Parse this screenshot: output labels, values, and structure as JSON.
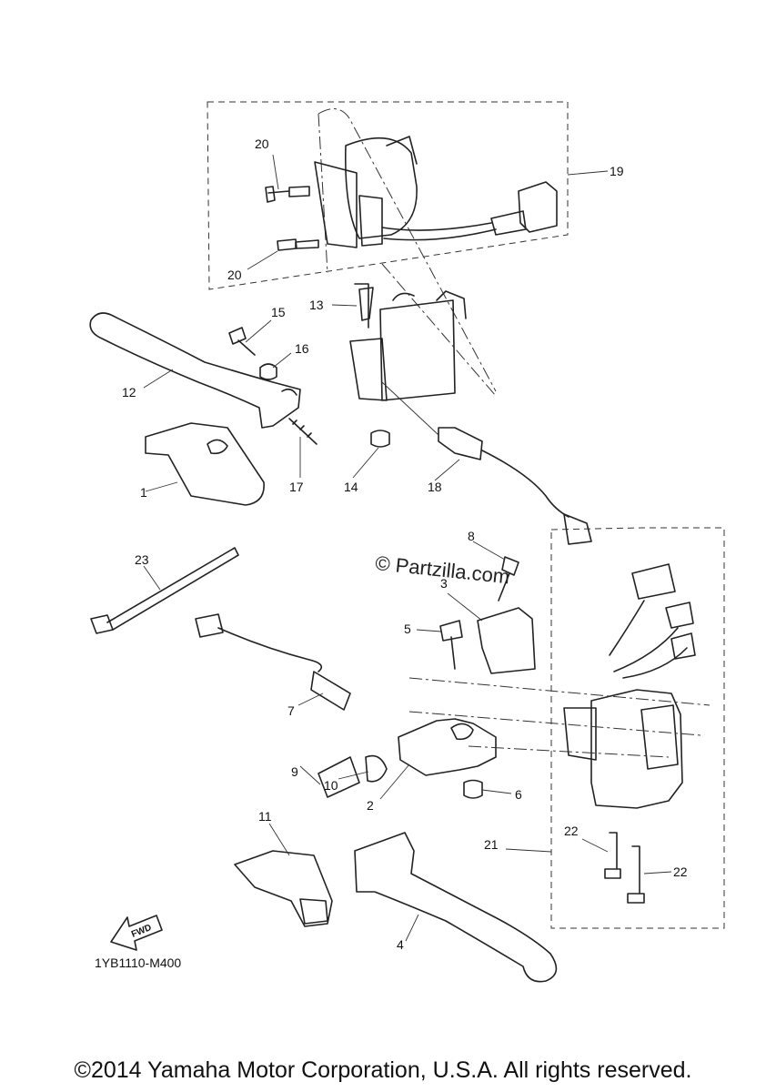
{
  "diagram": {
    "code": "1YB1110-M400",
    "watermark": "© Partzilla.com",
    "fwd_badge": "FWD",
    "copyright": "©2014 Yamaha Motor Corporation, U.S.A. All rights reserved.",
    "callouts": [
      {
        "id": "c1",
        "label": "1"
      },
      {
        "id": "c2",
        "label": "2"
      },
      {
        "id": "c3",
        "label": "3"
      },
      {
        "id": "c4",
        "label": "4"
      },
      {
        "id": "c5",
        "label": "5"
      },
      {
        "id": "c6",
        "label": "6"
      },
      {
        "id": "c7",
        "label": "7"
      },
      {
        "id": "c8",
        "label": "8"
      },
      {
        "id": "c9",
        "label": "9"
      },
      {
        "id": "c10",
        "label": "10"
      },
      {
        "id": "c11",
        "label": "11"
      },
      {
        "id": "c12",
        "label": "12"
      },
      {
        "id": "c13",
        "label": "13"
      },
      {
        "id": "c14",
        "label": "14"
      },
      {
        "id": "c15",
        "label": "15"
      },
      {
        "id": "c16",
        "label": "16"
      },
      {
        "id": "c17",
        "label": "17"
      },
      {
        "id": "c18",
        "label": "18"
      },
      {
        "id": "c19",
        "label": "19"
      },
      {
        "id": "c20a",
        "label": "20"
      },
      {
        "id": "c20b",
        "label": "20"
      },
      {
        "id": "c21",
        "label": "21"
      },
      {
        "id": "c22a",
        "label": "22"
      },
      {
        "id": "c22b",
        "label": "22"
      },
      {
        "id": "c23",
        "label": "23"
      }
    ]
  }
}
